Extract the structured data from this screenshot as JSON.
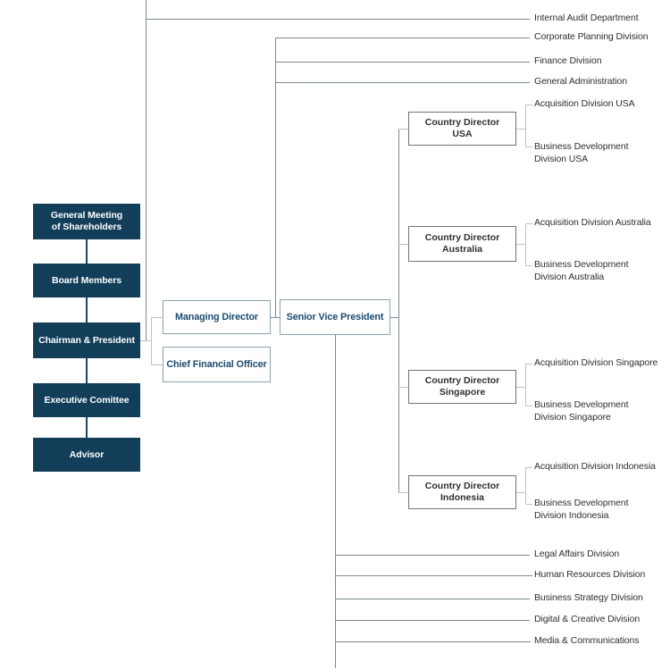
{
  "colors": {
    "dark_box_fill": "#123E5A",
    "dark_box_text": "#FFFFFF",
    "navy_text": "#1B4A6E",
    "outlined_box_border": "#8CA2B0",
    "country_box_border": "#6B757D",
    "label_text": "#2E2F30",
    "line": "#7C8B96",
    "light_line": "#BDC3C7",
    "dark_stub": "#1C4763"
  },
  "governance": {
    "general_meeting": {
      "line1": "General Meeting",
      "line2": "of Shareholders"
    },
    "board_members": {
      "label": "Board Members"
    },
    "chairman": {
      "label": "Chairman & President"
    },
    "executive_committee": {
      "label": "Executive Comittee"
    },
    "advisor": {
      "label": "Advisor"
    }
  },
  "executives": {
    "managing_director": "Managing Director",
    "chief_financial_officer": "Chief Financial Officer",
    "senior_vice_president": "Senior Vice President"
  },
  "chairman_departments": [
    "Internal Audit Department"
  ],
  "md_departments": [
    "Corporate Planning Division",
    "Finance Division",
    "General Administration"
  ],
  "countries": [
    {
      "director_line1": "Country Director",
      "director_line2": "USA",
      "acquisition": "Acquisition Division USA",
      "bizdev_line1": "Business Development",
      "bizdev_line2": "Division USA"
    },
    {
      "director_line1": "Country Director",
      "director_line2": "Australia",
      "acquisition": "Acquisition Division Australia",
      "bizdev_line1": "Business Development",
      "bizdev_line2": "Division Australia"
    },
    {
      "director_line1": "Country Director",
      "director_line2": "Singapore",
      "acquisition": "Acquisition Division Singapore",
      "bizdev_line1": "Business Development",
      "bizdev_line2": "Division Singapore"
    },
    {
      "director_line1": "Country Director",
      "director_line2": "Indonesia",
      "acquisition": "Acquisition Division Indonesia",
      "bizdev_line1": "Business Development",
      "bizdev_line2": "Division Indonesia"
    }
  ],
  "svp_divisions": [
    "Legal Affairs Division",
    "Human Resources Division",
    "Business Strategy Division",
    "Digital & Creative Division",
    "Media & Communications"
  ]
}
